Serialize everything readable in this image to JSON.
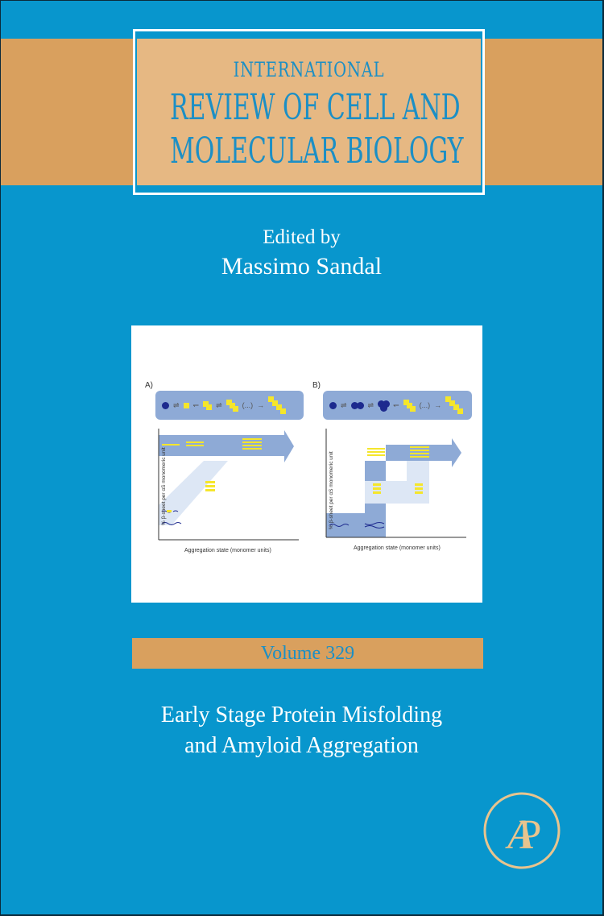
{
  "series": {
    "line1": "INTERNATIONAL",
    "line2": "REVIEW OF CELL AND",
    "line3": "MOLECULAR BIOLOGY"
  },
  "editor": {
    "label": "Edited by",
    "name": "Massimo Sandal"
  },
  "figure": {
    "panel_a": {
      "label": "A)",
      "scheme_ellipsis": "(...)",
      "ylabel": "% β-sheet per αS monomeric unit",
      "xlabel": "Aggregation state (monomer units)"
    },
    "panel_b": {
      "label": "B)",
      "scheme_ellipsis": "(...)",
      "ylabel": "% β-sheet per αS monomeric unit",
      "xlabel": "Aggregation state (monomer units)"
    }
  },
  "volume": {
    "label": "Volume 329"
  },
  "title": {
    "line1": "Early Stage Protein Misfolding",
    "line2": "and Amyloid Aggregation"
  },
  "publisher": {
    "logo_text": "AP",
    "logo_icon": "academic-press-logo-icon"
  },
  "colors": {
    "background_blue": "#0896cd",
    "band_orange": "#d9a05e",
    "frame_fill": "#e6b883",
    "series_text_blue": "#1c8fc5",
    "logo_gold": "#e8c48e",
    "scheme_blue": "#8eaad6",
    "strand_yellow": "#f5e62b",
    "monomer_navy": "#1d2a8e"
  }
}
